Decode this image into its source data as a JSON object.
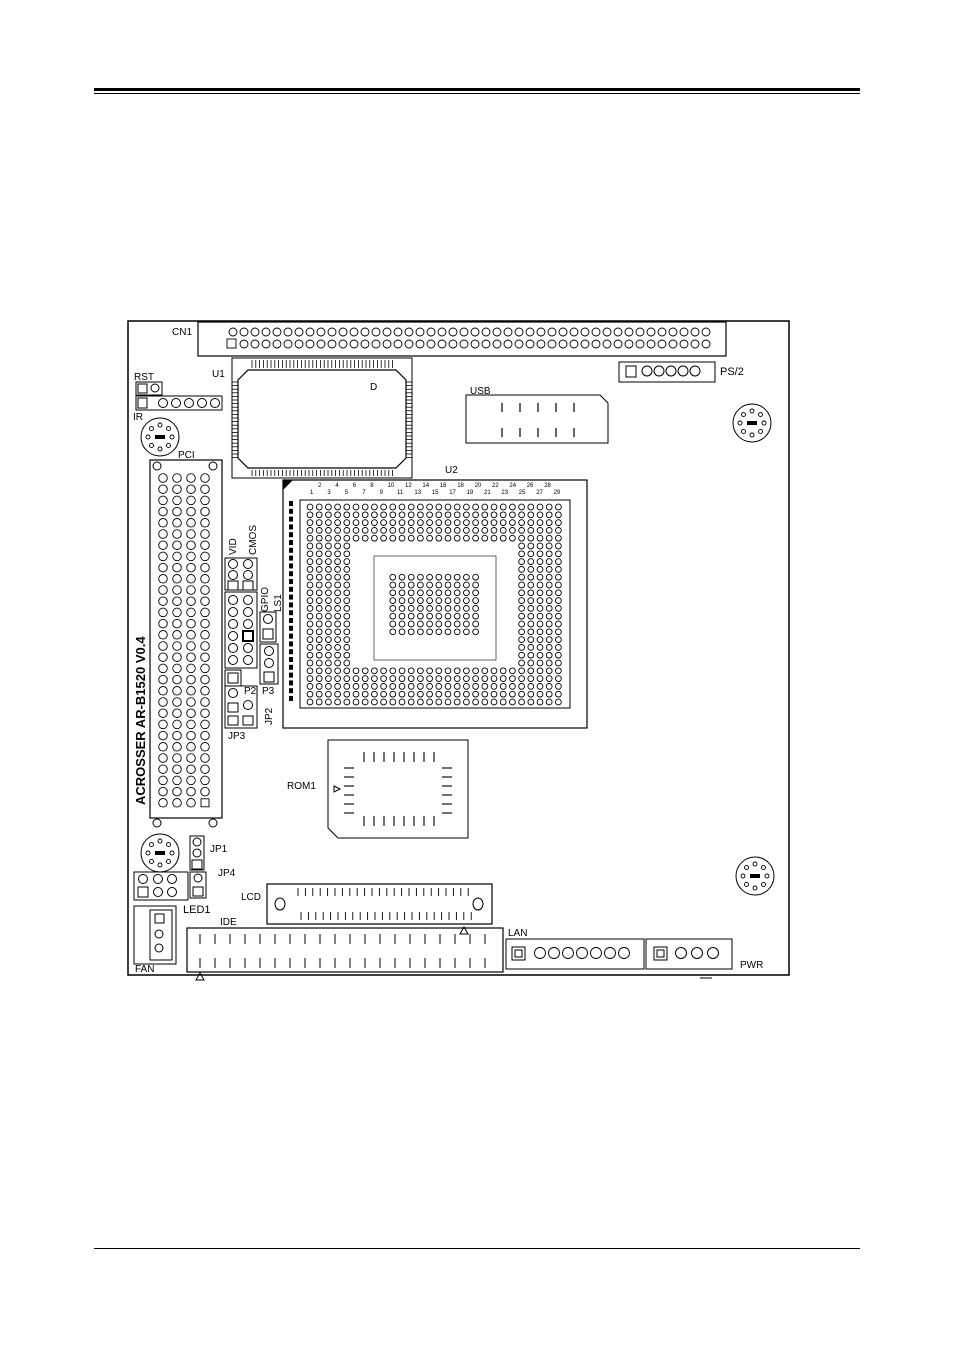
{
  "labels": {
    "cn1": "CN1",
    "u1": "U1",
    "ps2": "PS/2",
    "rst": "RST",
    "ir": "IR",
    "usb": "USB",
    "pci": "PCI",
    "u2": "U2",
    "vid": "VID",
    "cmos": "CMOS",
    "gpio": "GPIO",
    "ls1": "LS1",
    "p2": "P2",
    "p3": "P3",
    "jp2": "JP2",
    "jp3": "JP3",
    "rom1": "ROM1",
    "board_name": "ACROSSER AR-B1520 V0.4",
    "jp1": "JP1",
    "jp4": "JP4",
    "led1": "LED1",
    "lcd": "LCD",
    "ide": "IDE",
    "lan": "LAN",
    "pwr": "PWR",
    "fan": "FAN"
  },
  "u2_col_numbers": [
    "2",
    "4",
    "6",
    "8",
    "10",
    "12",
    "14",
    "16",
    "18",
    "20",
    "22",
    "24",
    "26",
    "28"
  ],
  "u2_col_numbers_odd": [
    "1",
    "3",
    "5",
    "7",
    "9",
    "11",
    "13",
    "15",
    "17",
    "19",
    "21",
    "23",
    "25",
    "27",
    "29"
  ]
}
